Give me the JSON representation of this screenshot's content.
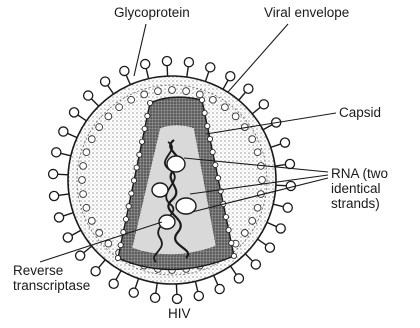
{
  "figure": {
    "title": "HIV",
    "labels": {
      "glycoprotein": "Glycoprotein",
      "viral_envelope": "Viral envelope",
      "capsid": "Capsid",
      "rna": [
        "RNA (two",
        "identical",
        "strands)"
      ],
      "reverse_transcriptase": [
        "Reverse",
        "transcriptase"
      ]
    },
    "colors": {
      "line": "#1a1a1a",
      "stipple": "#9a9a9a",
      "capsid_fill": "#6f6f6f"
    }
  }
}
